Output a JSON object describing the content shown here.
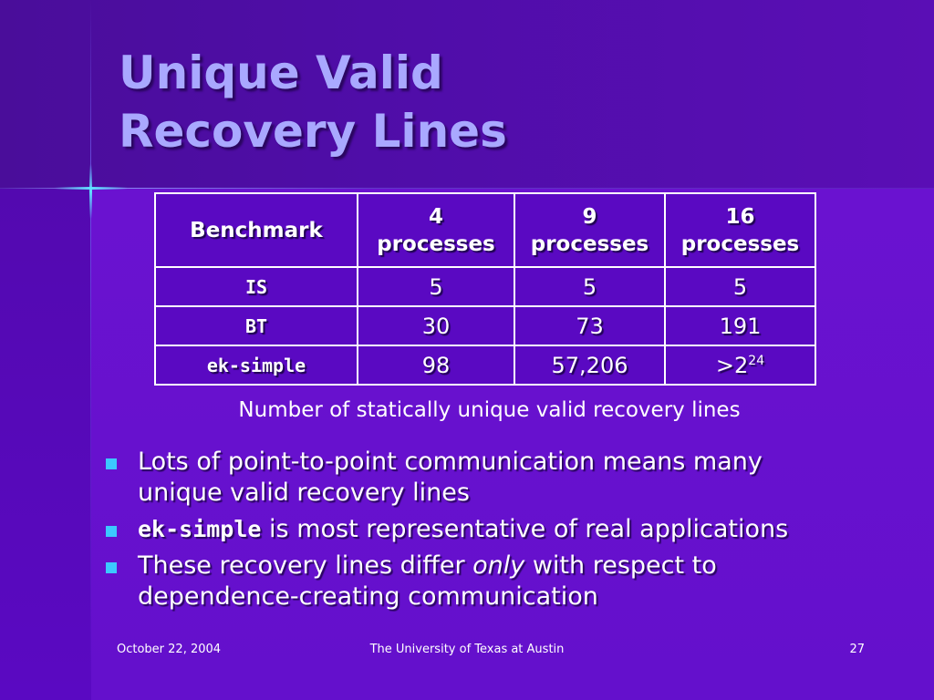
{
  "slide": {
    "title_line1": "Unique Valid",
    "title_line2": "Recovery Lines"
  },
  "table": {
    "headers": [
      [
        "Benchmark"
      ],
      [
        "4",
        "processes"
      ],
      [
        "9",
        "processes"
      ],
      [
        "16",
        "processes"
      ]
    ],
    "rows": [
      {
        "name": "IS",
        "values": [
          "5",
          "5",
          "5"
        ]
      },
      {
        "name": "BT",
        "values": [
          "30",
          "73",
          "191"
        ]
      },
      {
        "name": "ek-simple",
        "values": [
          "98",
          "57,206",
          ">2"
        ],
        "last_exponent": "24"
      }
    ],
    "caption": "Number of statically unique valid recovery lines"
  },
  "bullets": [
    {
      "line1": "Lots of point-to-point communication means many",
      "line2": "unique valid recovery lines"
    },
    {
      "code": "ek-simple",
      "text": " is most representative of real applications"
    },
    {
      "pre": "These recovery lines differ ",
      "em": "only",
      "post": " with respect to",
      "line2": "dependence-creating communication"
    }
  ],
  "footer": {
    "date": "October 22, 2004",
    "organization": "The University of Texas at Austin",
    "page_number": "27"
  },
  "colors": {
    "title": "#a9a8ff",
    "background": "#6410cc",
    "bullet_marker": "#3cc8ff"
  }
}
